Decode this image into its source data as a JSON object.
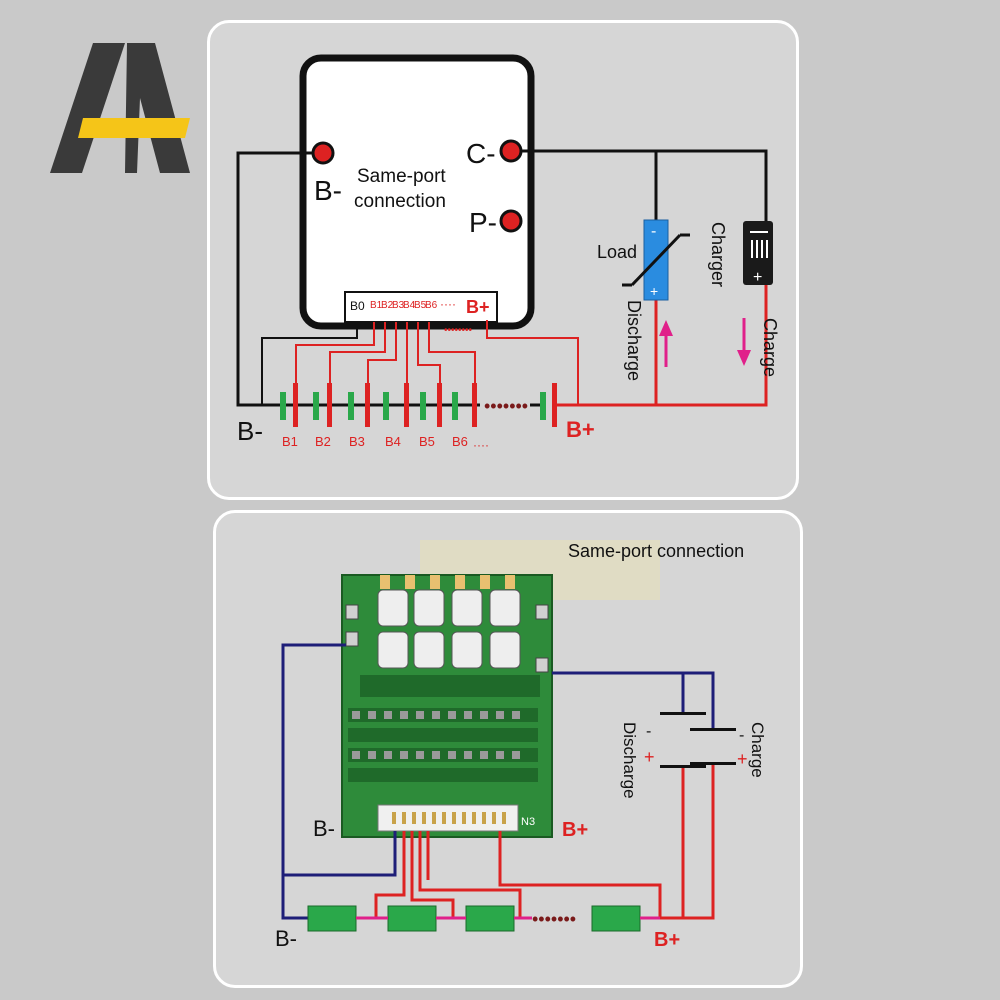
{
  "colors": {
    "background": "#c9c9c9",
    "panel": "#d6d6d6",
    "black_wire": "#1a1a1a",
    "red_wire": "#dd2222",
    "navy_wire": "#1e1e78",
    "cell_green": "#2aa84a",
    "cell_red": "#dd2222",
    "magenta_arrow": "#e0208a",
    "logo_dark": "#3a3a3a",
    "logo_yellow": "#f5c518",
    "pcb_green": "#2e8b3a"
  },
  "top": {
    "port_b_minus": "B-",
    "port_c_minus": "C-",
    "port_p_minus": "P-",
    "same_port_line1": "Same-port",
    "same_port_line2": "connection",
    "sense_connector_labels": [
      "B0",
      "B1",
      "B2",
      "B3",
      "B4",
      "B5",
      "B6"
    ],
    "sense_connector_dots": "····",
    "sense_connector_bplus": "B+",
    "load_label": "Load",
    "charger_label": "Charger",
    "discharge_label": "Discharge",
    "charge_label": "Charge",
    "cell_labels": [
      "B1",
      "B2",
      "B3",
      "B4",
      "B5",
      "B6"
    ],
    "cell_dots": "····",
    "battery_b_minus": "B-",
    "battery_b_plus": "B+",
    "load_minus": "-",
    "load_plus": "+",
    "charger_plus": "+"
  },
  "bottom": {
    "title": "Same-port connection",
    "board_b_minus": "B-",
    "board_b_plus": "B+",
    "board_n3": "N3",
    "discharge_label": "Discharge",
    "charge_label": "Charge",
    "discharge_minus": "-",
    "discharge_plus": "+",
    "charge_minus": "-",
    "charge_plus": "+",
    "battery_b_minus": "B-",
    "battery_b_plus": "B+"
  }
}
